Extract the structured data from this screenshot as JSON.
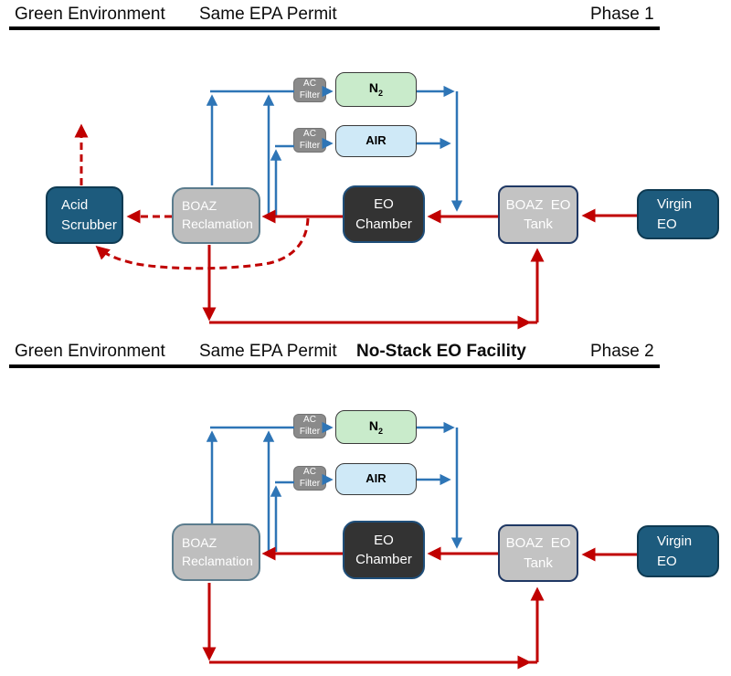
{
  "colors": {
    "arrow_red": "#C00000",
    "arrow_blue": "#2E75B6",
    "teal_box": "#1D5B7D",
    "gray_box": "#BEBEBE",
    "tank_gray": "#C3C3C3",
    "chamber_dark": "#333333",
    "n2_green": "#C9EBCB",
    "air_blue": "#CFE9F7",
    "filter_gray": "#8A8A8A",
    "rule_black": "#000000"
  },
  "phase1": {
    "header": {
      "left": "Green Environment",
      "middle": "Same EPA Permit",
      "right": "Phase 1"
    },
    "boxes": {
      "acid_scrubber": {
        "lines": [
          "Acid",
          "Scrubber"
        ]
      },
      "boaz_reclamation": {
        "lines": [
          "BOAZ",
          "Reclamation"
        ]
      },
      "eo_chamber": {
        "lines": [
          "EO",
          "Chamber"
        ]
      },
      "boaz_eo_tank": {
        "lines": [
          "BOAZ  EO",
          "Tank"
        ]
      },
      "virgin_eo": {
        "lines": [
          "Virgin",
          "EO"
        ]
      },
      "ac_filter_top": {
        "lines": [
          "AC",
          "Filter"
        ]
      },
      "ac_filter_bottom": {
        "lines": [
          "AC",
          "Filter"
        ]
      },
      "n2": {
        "main": "N",
        "sub": "2"
      },
      "air": {
        "label": "AIR"
      }
    }
  },
  "phase2": {
    "header": {
      "left": "Green Environment",
      "middle": "Same EPA Permit",
      "bold": "No-Stack EO Facility",
      "right": "Phase 2"
    },
    "boxes": {
      "boaz_reclamation": {
        "lines": [
          "BOAZ",
          "Reclamation"
        ]
      },
      "eo_chamber": {
        "lines": [
          "EO",
          "Chamber"
        ]
      },
      "boaz_eo_tank": {
        "lines": [
          "BOAZ  EO",
          "Tank"
        ]
      },
      "virgin_eo": {
        "lines": [
          "Virgin",
          "EO"
        ]
      },
      "ac_filter_top": {
        "lines": [
          "AC",
          "Filter"
        ]
      },
      "ac_filter_bottom": {
        "lines": [
          "AC",
          "Filter"
        ]
      },
      "n2": {
        "main": "N",
        "sub": "2"
      },
      "air": {
        "label": "AIR"
      }
    }
  }
}
